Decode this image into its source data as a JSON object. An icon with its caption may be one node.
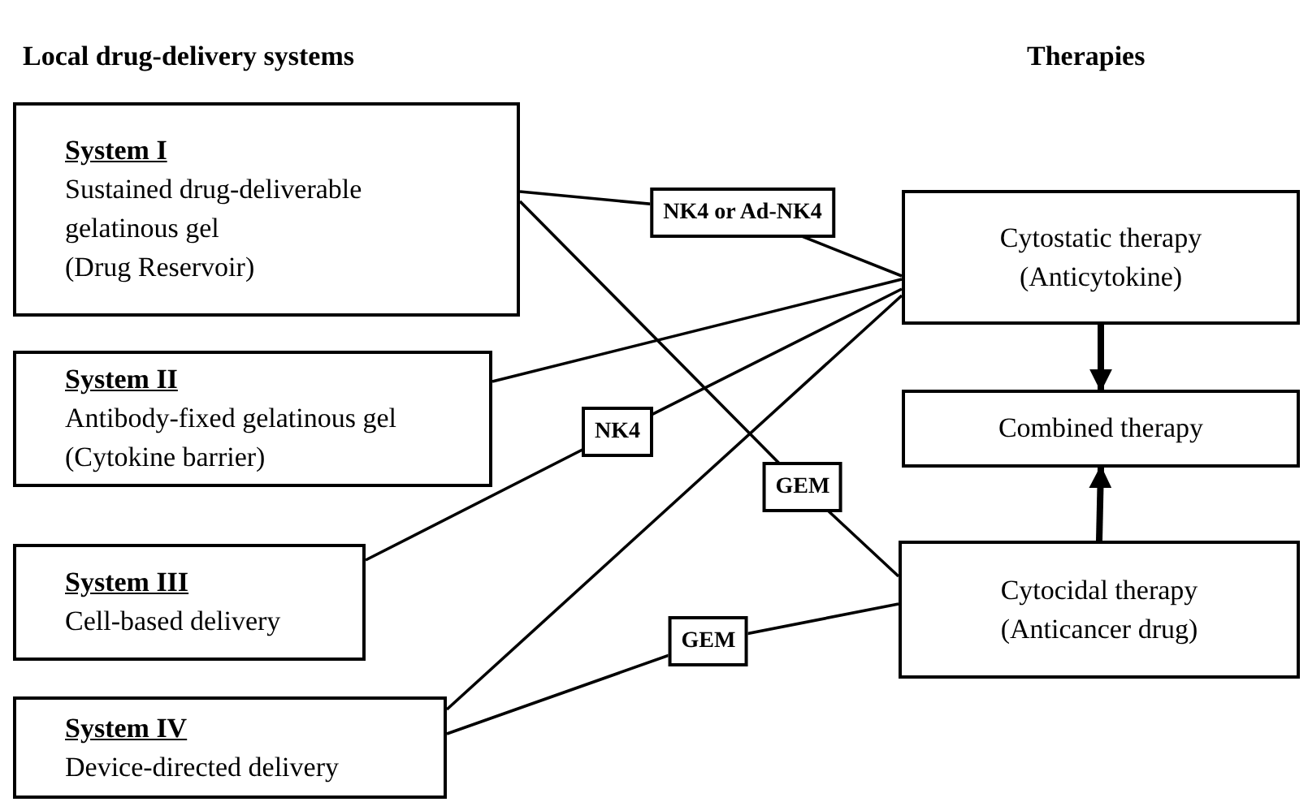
{
  "diagram": {
    "nodes": [
      {
        "text": [
          "System I",
          "Sustained drug-deliverable gelatinous gel",
          "(Drug Reservoir)"
        ]
      },
      {
        "text": [
          "System II",
          "Antibody-fixed gelatinous gel",
          "(Cytokine barrier)"
        ]
      },
      {
        "text": [
          "System III",
          "Cell-based delivery"
        ]
      },
      {
        "text": [
          "System IV",
          "Device-directed delivery"
        ]
      },
      {
        "text": [
          "Cytostatic therapy",
          "(Anticytokine)"
        ]
      },
      {
        "text": [
          "Combined therapy"
        ]
      },
      {
        "text": [
          "Cytocidal therapy",
          "(Anticancer drug)"
        ]
      }
    ],
    "edges": [
      {
        "from": 0,
        "to": 4,
        "arrow": "none",
        "label": "NK4 or Ad-NK4"
      },
      {
        "from": 0,
        "to": 6,
        "arrow": "none",
        "label": "GEM"
      },
      {
        "from": 1,
        "to": 4,
        "arrow": "none"
      },
      {
        "from": 2,
        "to": 4,
        "arrow": "none",
        "label": "NK4"
      },
      {
        "from": 3,
        "to": 4,
        "arrow": "none"
      },
      {
        "from": 3,
        "to": 6,
        "arrow": "none",
        "label": "GEM"
      },
      {
        "from": 4,
        "to": 5,
        "arrow": "to",
        "style": "thick"
      },
      {
        "from": 6,
        "to": 5,
        "arrow": "to",
        "style": "thick"
      }
    ],
    "labels": [
      "Local drug-delivery systems",
      "Therapies"
    ]
  }
}
